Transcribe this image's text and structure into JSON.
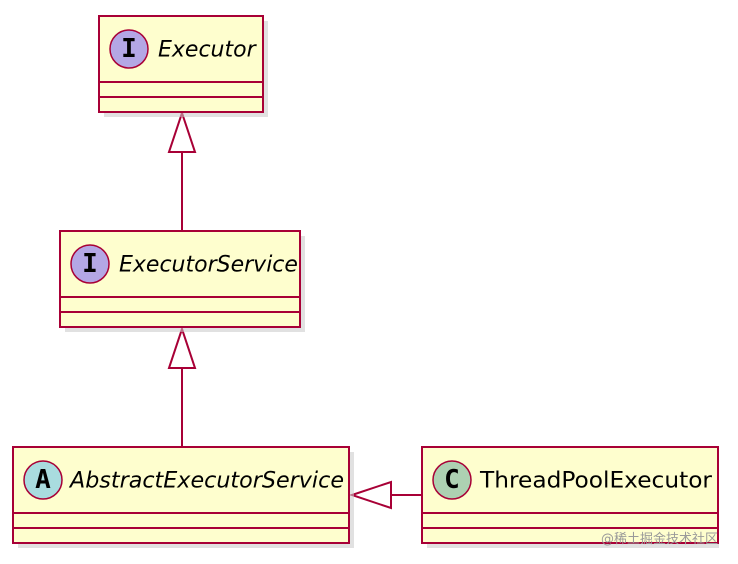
{
  "diagram": {
    "classes": [
      {
        "id": "executor",
        "name": "Executor",
        "stereotype": "I",
        "kind": "interface",
        "italic": true,
        "circle_color": "#B4A7E5"
      },
      {
        "id": "executor_service",
        "name": "ExecutorService",
        "stereotype": "I",
        "kind": "interface",
        "italic": true,
        "circle_color": "#B4A7E5"
      },
      {
        "id": "abstract_executor_service",
        "name": "AbstractExecutorService",
        "stereotype": "A",
        "kind": "abstract",
        "italic": true,
        "circle_color": "#A9DCDF"
      },
      {
        "id": "thread_pool_executor",
        "name": "ThreadPoolExecutor",
        "stereotype": "C",
        "kind": "class",
        "italic": false,
        "circle_color": "#ADD1B2"
      }
    ],
    "relations": [
      {
        "from": "executor_service",
        "to": "executor",
        "type": "generalization"
      },
      {
        "from": "abstract_executor_service",
        "to": "executor_service",
        "type": "generalization"
      },
      {
        "from": "thread_pool_executor",
        "to": "abstract_executor_service",
        "type": "generalization"
      }
    ],
    "colors": {
      "box_fill": "#FEFECE",
      "border": "#A80036"
    }
  },
  "watermark": "@稀土掘金技术社区"
}
